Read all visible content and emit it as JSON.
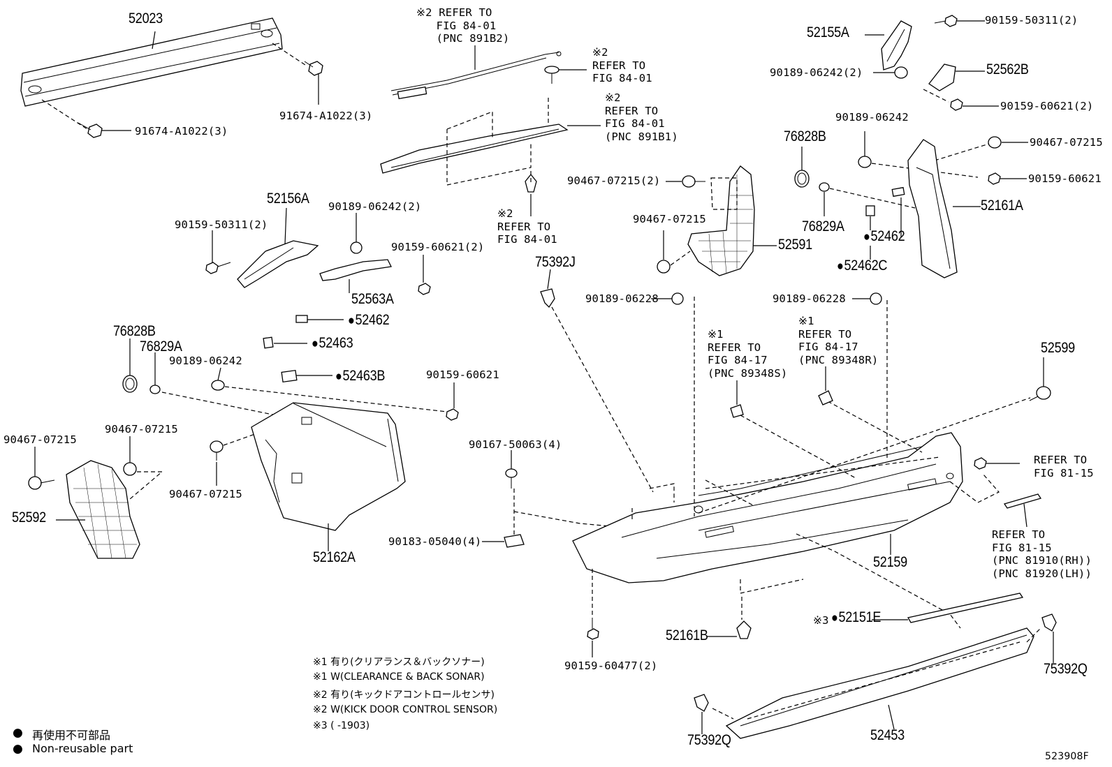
{
  "parts": {
    "p52023": "52023",
    "p91674_top": "91674-A1022(3)",
    "p91674_bot": "91674-A1022(3)",
    "p52156A": "52156A",
    "p90159_50311_l": "90159-50311(2)",
    "p90189_06242_2l": "90189-06242(2)",
    "p90159_60621_2l": "90159-60621(2)",
    "p52563A": "52563A",
    "p52462_l": "52462",
    "p52463": "52463",
    "p52463B": "52463B",
    "p76828B_l": "76828B",
    "p76829A_l": "76829A",
    "p90189_06242_l": "90189-06242",
    "p90159_60621_l": "90159-60621",
    "p90467_07215_a": "90467-07215",
    "p90467_07215_b": "90467-07215",
    "p90467_07215_c": "90467-07215",
    "p52592": "52592",
    "p52162A": "52162A",
    "p90167_50063": "90167-50063(4)",
    "p90183_05040": "90183-05040(4)",
    "p75392J": "75392J",
    "p90159_60477": "90159-60477(2)",
    "p52161B": "52161B",
    "p90467_07215_2r": "90467-07215(2)",
    "p90467_07215_m": "90467-07215",
    "p52591": "52591",
    "p90189_06228_a": "90189-06228",
    "p90189_06228_b": "90189-06228",
    "p76828B_r": "76828B",
    "p76829A_r": "76829A",
    "p52462_r": "52462",
    "p52462C": "52462C",
    "p52155A": "52155A",
    "p90159_50311_r": "90159-50311(2)",
    "p90189_06242_2r": "90189-06242(2)",
    "p52562B": "52562B",
    "p90159_60621_2r": "90159-60621(2)",
    "p90189_06242_r": "90189-06242",
    "p90467_07215_r": "90467-07215",
    "p90159_60621_r": "90159-60621",
    "p52161A": "52161A",
    "p52599": "52599",
    "p52159": "52159",
    "p52151E": "52151E",
    "p75392Q_r": "75392Q",
    "p75392Q_l": "75392Q",
    "p52453": "52453"
  },
  "refs": {
    "r1": "※2 REFER TO\n   FIG 84-01\n   (PNC 891B2)",
    "r2": "※2\nREFER TO\nFIG 84-01",
    "r3": "※2\nREFER TO\nFIG 84-01\n(PNC 891B1)",
    "r4": "※2\nREFER TO\nFIG 84-01",
    "r5": "※1\nREFER TO\nFIG 84-17\n(PNC 89348S)",
    "r6": "※1\nREFER TO\nFIG 84-17\n(PNC 89348R)",
    "r7": "REFER TO\nFIG 81-15",
    "r8": "REFER TO\nFIG 81-15\n(PNC 81910(RH))\n(PNC 81920(LH))",
    "r9": "※3"
  },
  "notes": {
    "n1": "※1 有り(クリアランス＆バックソナー)",
    "n2": "※1 W(CLEARANCE & BACK SONAR)",
    "n3": "※2 有り(キックドアコントロールセンサ)",
    "n4": "※2 W(KICK DOOR CONTROL SENSOR)",
    "n5": "※3 (      -1903)",
    "legend_jp": "再使用不可部品",
    "legend_en": "Non-reusable part",
    "code": "523908F"
  }
}
